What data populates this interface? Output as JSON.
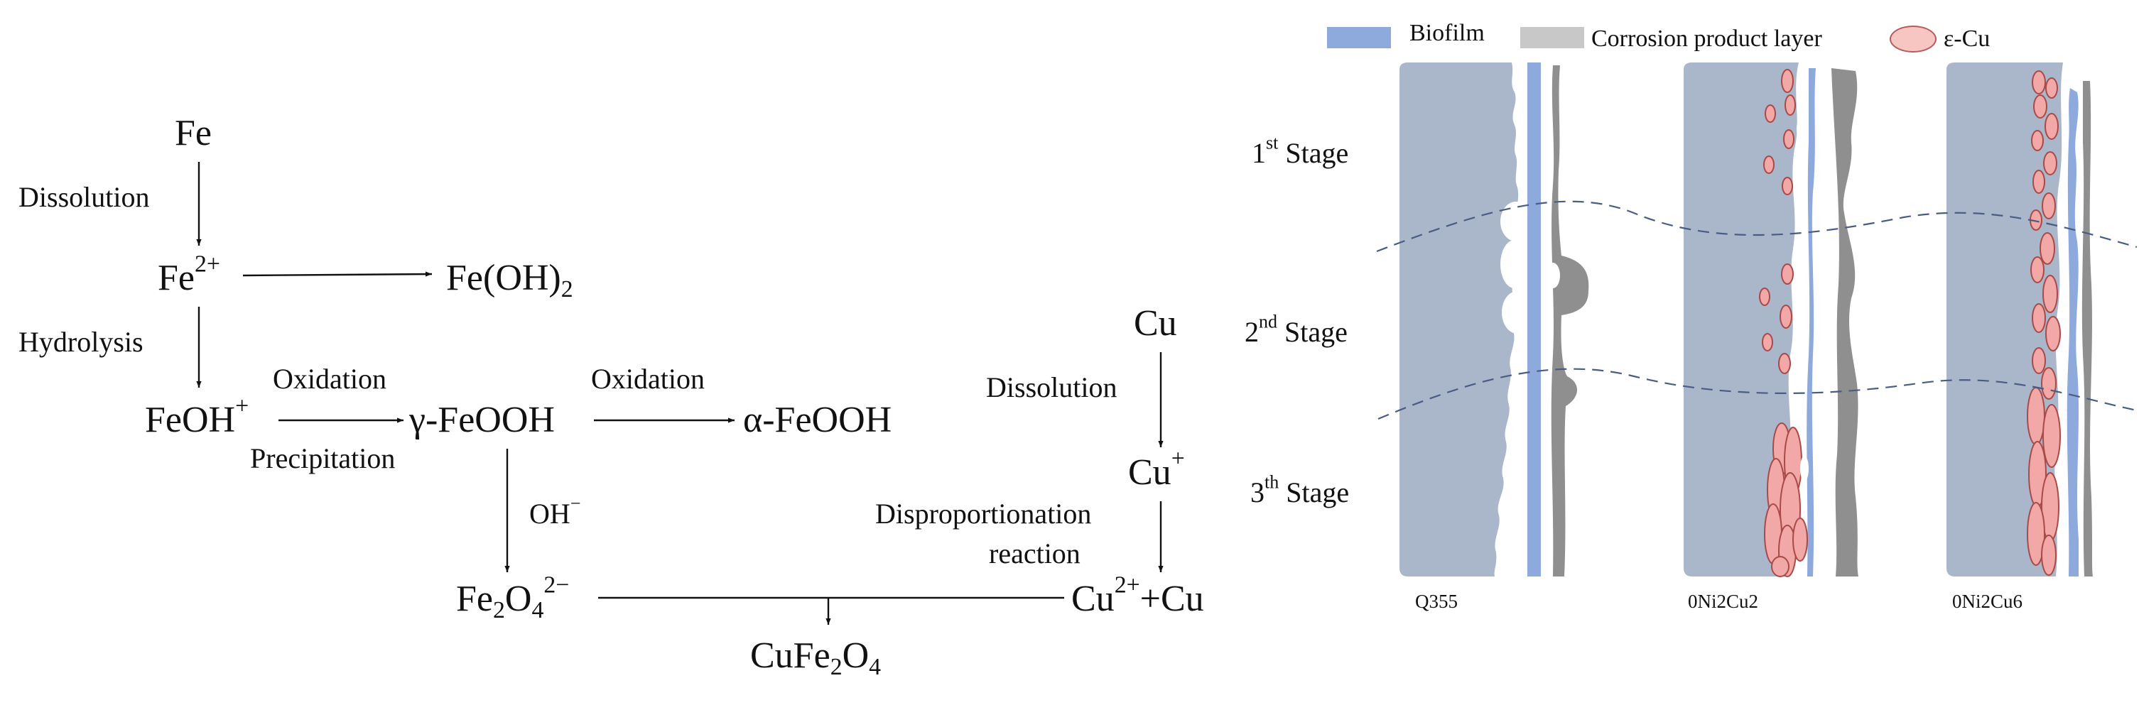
{
  "reaction_scheme": {
    "species": {
      "fe": {
        "base": "Fe"
      },
      "fe2": {
        "base": "Fe",
        "sup": "2+"
      },
      "feoh2": {
        "base": "Fe(OH)",
        "sub": "2"
      },
      "feoh_ion": {
        "base": "FeOH",
        "sup": "+"
      },
      "gamma_feooh": {
        "base": "γ-FeOOH"
      },
      "alpha_feooh": {
        "base": "α-FeOOH"
      },
      "fe2o4": {
        "pre": "Fe",
        "sub1": "2",
        "mid": "O",
        "sub2": "4",
        "sup": "2−"
      },
      "cufe2o4": {
        "pre": "CuFe",
        "sub1": "2",
        "mid": "O",
        "sub2": "4"
      },
      "cu": {
        "base": "Cu"
      },
      "cu_plus": {
        "base": "Cu",
        "sup": "+"
      },
      "cu2_cu": {
        "base": "Cu",
        "sup": "2+",
        "tail": "+Cu"
      }
    },
    "processes": {
      "dissolution_fe": "Dissolution",
      "hydrolysis": "Hydrolysis",
      "oxidation_1": "Oxidation",
      "precipitation": "Precipitation",
      "oxidation_2": "Oxidation",
      "oh_minus": {
        "base": "OH",
        "sup": "−"
      },
      "dissolution_cu": "Dissolution",
      "disproportionation_1": "Disproportionation",
      "disproportionation_2": "reaction"
    }
  },
  "schematic": {
    "legend": [
      {
        "label": "Biofilm",
        "color": "#8ea9db"
      },
      {
        "label": "Corrosion product layer",
        "color": "#c8c8c8"
      },
      {
        "label": "ε-Cu",
        "color": "#f8c6c2"
      }
    ],
    "stages": [
      {
        "ordinal": "1",
        "suffix": "st",
        "word": "Stage"
      },
      {
        "ordinal": "2",
        "suffix": "nd",
        "word": "Stage"
      },
      {
        "ordinal": "3",
        "suffix": "th",
        "word": "Stage"
      }
    ],
    "samples": [
      "Q355",
      "0Ni2Cu2",
      "0Ni2Cu6"
    ],
    "colors": {
      "steel": "#aab7cb",
      "biofilm": "#8ea9db",
      "corrosion_product": "#8f8f8f",
      "legend_corrosion": "#c8c8c8",
      "epsilon_cu_fill": "#f2a8a6",
      "epsilon_cu_stroke": "#a84a48",
      "stage_divider": "#4a5b84"
    }
  }
}
